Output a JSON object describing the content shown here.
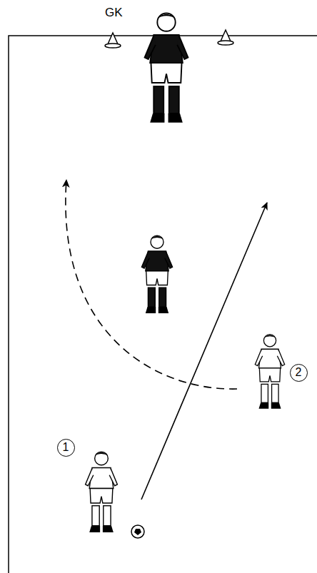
{
  "diagram": {
    "nodes": [
      {
        "text": [
          "2"
        ]
      },
      {
        "text": [
          "1"
        ]
      }
    ],
    "labels": [
      "GK"
    ]
  }
}
